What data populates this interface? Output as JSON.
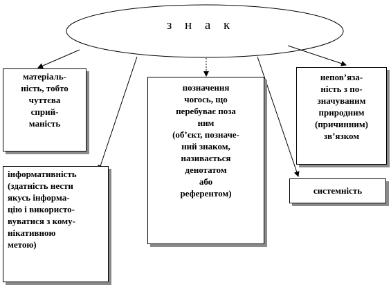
{
  "center": {
    "title": "з н а к"
  },
  "nodes": {
    "materiality": {
      "lines": [
        "матеріаль-",
        "ність, тобто",
        "чуттєва",
        "сприй-",
        "маність"
      ]
    },
    "informativeness": {
      "lines": [
        "інформативність",
        "(здатність нести",
        "якусь інформа-",
        "цію і використо-",
        "вуватися з кому-",
        "нікативною",
        "метою)"
      ]
    },
    "denotation": {
      "lines": [
        "позначення",
        "чогось, що",
        "перебуває поза",
        "ним",
        "(об’єкт, позначе-",
        "ний знаком,",
        "називається",
        "денотатом",
        "або",
        "референтом)"
      ]
    },
    "systemicity": {
      "lines": [
        "системність"
      ]
    },
    "independence": {
      "lines": [
        "непов’яза-",
        "ність з по-",
        "значуваним",
        "природним",
        "(причинним)",
        "зв’язком"
      ]
    }
  },
  "colors": {
    "stroke": "#000000",
    "shadow": "#8a8a8a",
    "background": "#ffffff"
  }
}
